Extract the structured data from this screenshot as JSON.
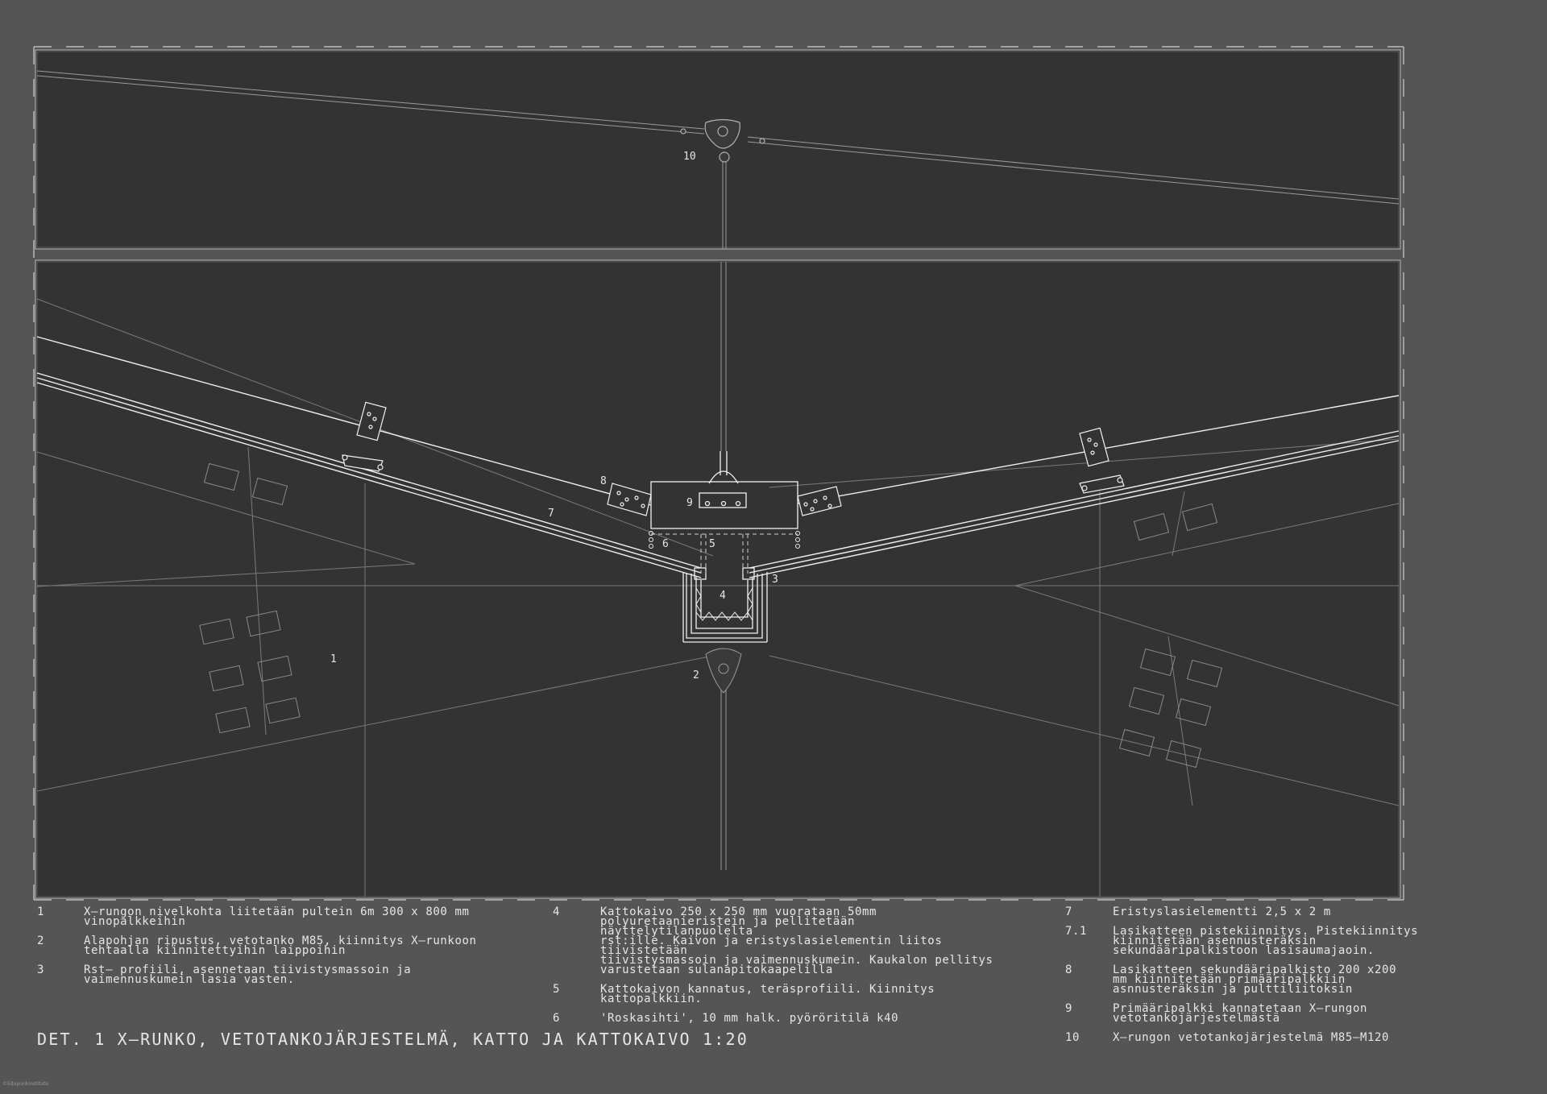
{
  "drawing": {
    "callouts": {
      "c10": "10",
      "c1": "1",
      "c2": "2",
      "c3": "3",
      "c4": "4",
      "c5": "5",
      "c6": "6",
      "c7": "7",
      "c8": "8",
      "c9": "9"
    }
  },
  "legend": {
    "col1": [
      {
        "num": "1",
        "text": "X–rungon nivelkohta liitetään pultein 6m 300 x 800 mm\nvinopalkkeihin"
      },
      {
        "num": "2",
        "text": "Alapohjan ripustus, vetotanko M85, kiinnitys X–runkoon\ntehtaalla kiinnitettyihin laippoihin"
      },
      {
        "num": "3",
        "text": "Rst– profiili, asennetaan tiivistysmassoin ja\nvaimennuskumein lasia vasten."
      }
    ],
    "col2": [
      {
        "num": "4",
        "text": "Kattokaivo 250 x 250 mm vuorataan 50mm\npolyuretaanieristein ja pellitetään näyttelytilanpuolelta\nrst:ille.  Kaivon ja eristyslasielementin liitos tiivistetään\ntiivistysmassoin ja vaimennuskumein. Kaukalon pellitys\nvarustetaan sulanapitokaapelilla"
      },
      {
        "num": "5",
        "text": "Kattokaivon kannatus, teräsprofiili. Kiinnitys kattopalkkiin."
      },
      {
        "num": "6",
        "text": "'Roskasihti', 10 mm halk. pyöröritilä k40"
      }
    ],
    "col3": [
      {
        "num": "7",
        "text": "Eristyslasielementti 2,5 x 2 m"
      },
      {
        "num": "7.1",
        "text": "Lasikatteen pistekiinnitys. Pistekiinnitys\nkiinnitetään     asennusteräksin\nsekundääripalkistoon lasisaumajaoin."
      },
      {
        "num": "8",
        "text": "Lasikatteen sekundääripalkisto 200 x200\nmm kiinnitetään primääripalkkiin\nasnnusteräksin ja pulttiliitoksin"
      },
      {
        "num": "9",
        "text": "Primääripalkki kannatetaan X–rungon\nvetotankojärjestelmästä"
      },
      {
        "num": "10",
        "text": "X–rungon vetotankojärjestelmä M85–M120"
      }
    ]
  },
  "title": "DET. 1 X–RUNKO, VETOTANKOJÄRJESTELMÄ, KATTO JA KATTOKAIVO 1:20",
  "credit": "©Edupunkinstitute",
  "colors": {
    "sheet": "#555555",
    "viewport": "#333333",
    "line_bright": "#f0f0f0",
    "line_dim": "#8a8a8a",
    "text": "#e6e6e6"
  }
}
